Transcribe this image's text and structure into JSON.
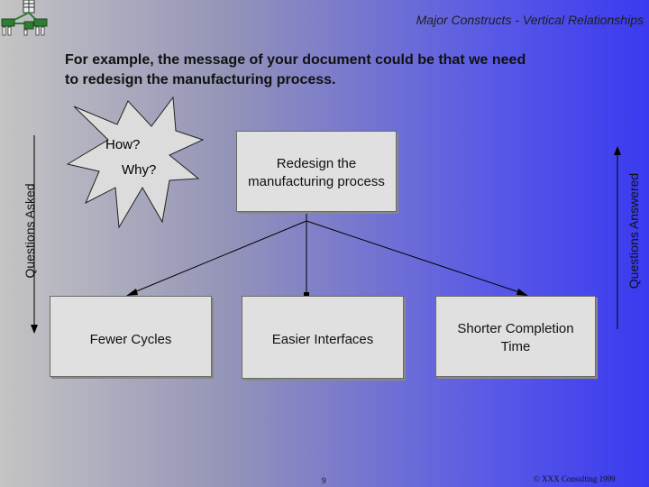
{
  "header": {
    "title": "Major Constructs - Vertical Relationships",
    "logo_icon": "network-diagram-icon"
  },
  "headline": {
    "line1": "For example, the message of your document could be that we need",
    "line2": "to redesign the manufacturing process."
  },
  "diagram": {
    "burst_lines": {
      "how": "How?",
      "why": "Why?"
    },
    "top_box": "Redesign the manufacturing process",
    "bottom_boxes": {
      "left": "Fewer Cycles",
      "center": "Easier Interfaces",
      "right_line1": "Shorter Completion",
      "right_line2": "Time"
    },
    "left_axis_label": "Questions Asked",
    "right_axis_label": "Questions Answered"
  },
  "footer": {
    "page_number": "9",
    "copyright": "© XXX Consulting 1999"
  }
}
